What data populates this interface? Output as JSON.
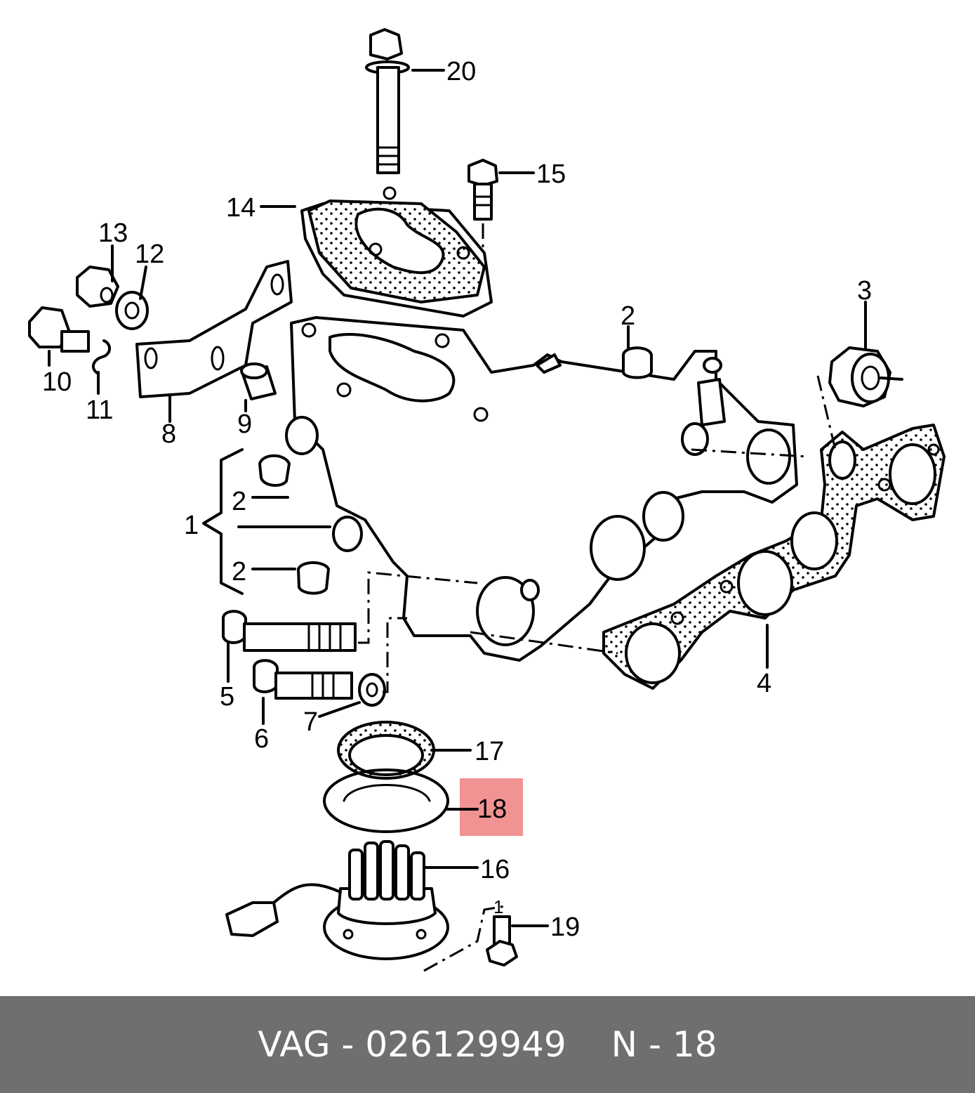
{
  "callouts": [
    {
      "id": "c1",
      "text": "1"
    },
    {
      "id": "c2a",
      "text": "2"
    },
    {
      "id": "c2b",
      "text": "2"
    },
    {
      "id": "c2c",
      "text": "2"
    },
    {
      "id": "c3",
      "text": "3"
    },
    {
      "id": "c4",
      "text": "4"
    },
    {
      "id": "c5",
      "text": "5"
    },
    {
      "id": "c6",
      "text": "6"
    },
    {
      "id": "c7",
      "text": "7"
    },
    {
      "id": "c8",
      "text": "8"
    },
    {
      "id": "c9",
      "text": "9"
    },
    {
      "id": "c10",
      "text": "10"
    },
    {
      "id": "c11",
      "text": "11"
    },
    {
      "id": "c12",
      "text": "12"
    },
    {
      "id": "c13",
      "text": "13"
    },
    {
      "id": "c14",
      "text": "14"
    },
    {
      "id": "c15",
      "text": "15"
    },
    {
      "id": "c16",
      "text": "16"
    },
    {
      "id": "c17",
      "text": "17"
    },
    {
      "id": "c18",
      "text": "18"
    },
    {
      "id": "c19",
      "text": "19"
    },
    {
      "id": "c20",
      "text": "20"
    },
    {
      "id": "c19sub",
      "text": "1"
    }
  ],
  "highlight": {
    "callout": "18",
    "color": "#f08080"
  },
  "footer": {
    "brand": "VAG",
    "separator": "-",
    "part_number": "026129949",
    "position_prefix": "N",
    "position_number": "18"
  }
}
